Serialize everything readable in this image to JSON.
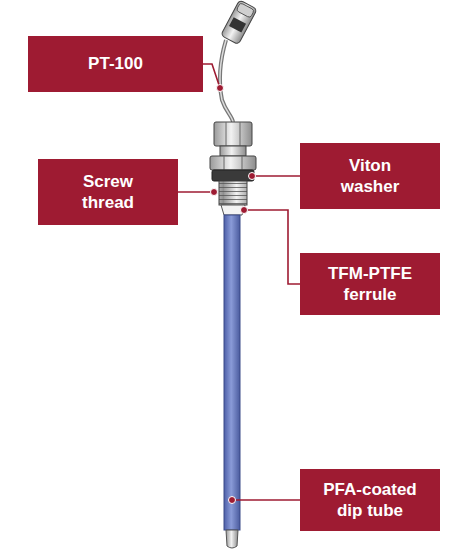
{
  "diagram": {
    "nodes": [
      {
        "text": [
          "PT-100"
        ]
      },
      {
        "text": [
          "Screw thread"
        ]
      },
      {
        "text": [
          "Viton washer"
        ]
      },
      {
        "text": [
          "TFM-PTFE ferrule"
        ]
      },
      {
        "text": [
          "PFA-coated dip tube"
        ]
      }
    ]
  }
}
